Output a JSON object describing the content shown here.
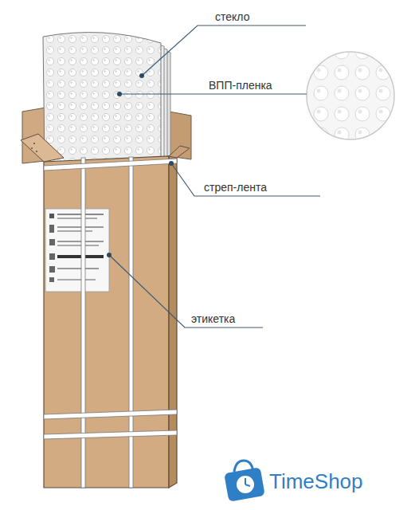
{
  "diagram": {
    "labels": [
      "стекло",
      "ВПП-пленка",
      "стреп-лента",
      "этикетка",
      "TimeShop"
    ]
  }
}
